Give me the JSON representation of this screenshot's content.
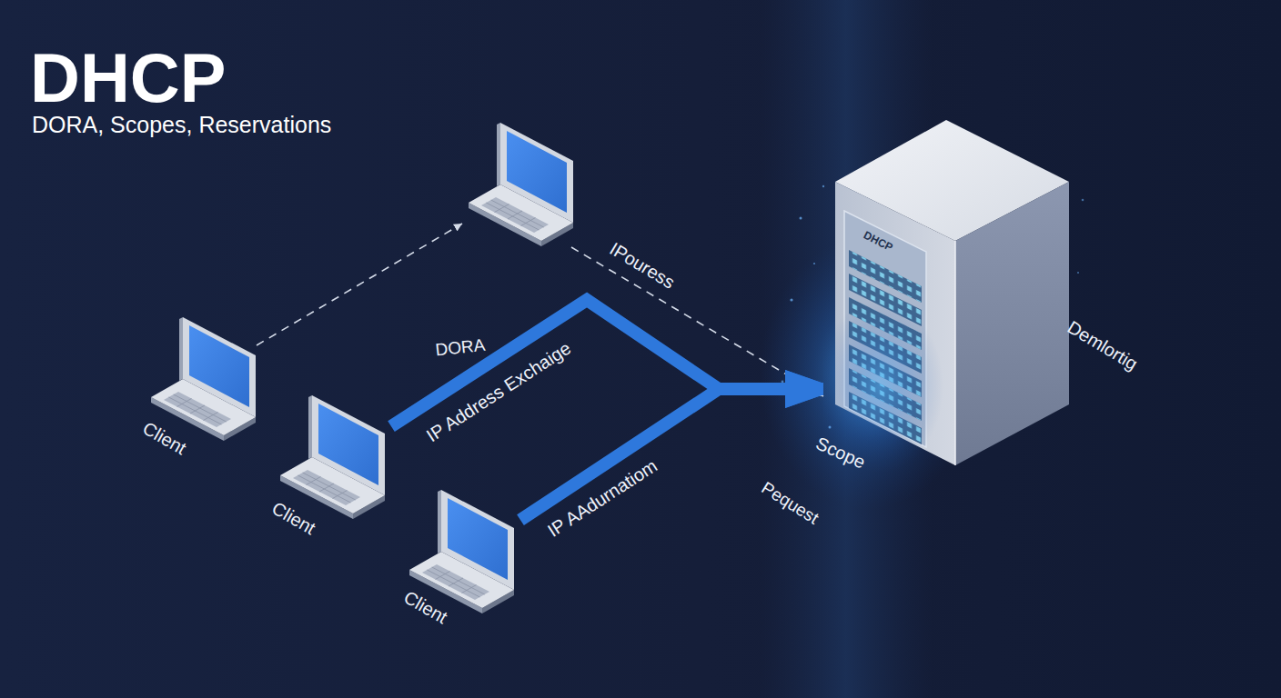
{
  "diagram": {
    "title": "DHCP",
    "nodes": [
      {
        "text": [
          "Client"
        ]
      },
      {
        "text": [
          "Client"
        ]
      },
      {
        "text": [
          "Client"
        ]
      },
      {
        "text": [
          "DHCP"
        ]
      }
    ],
    "edges": [
      {
        "from": 1,
        "to": 3,
        "arrow": "to",
        "label": "IP Address Exchaige"
      },
      {
        "from": 2,
        "to": 3,
        "arrow": "to",
        "label": "IP AAdurnatiom"
      }
    ],
    "labels": [
      "DORA, Scopes, Reservations",
      "IPouress",
      "DORA",
      "Demlortig",
      "Scope",
      "Pequest"
    ]
  }
}
